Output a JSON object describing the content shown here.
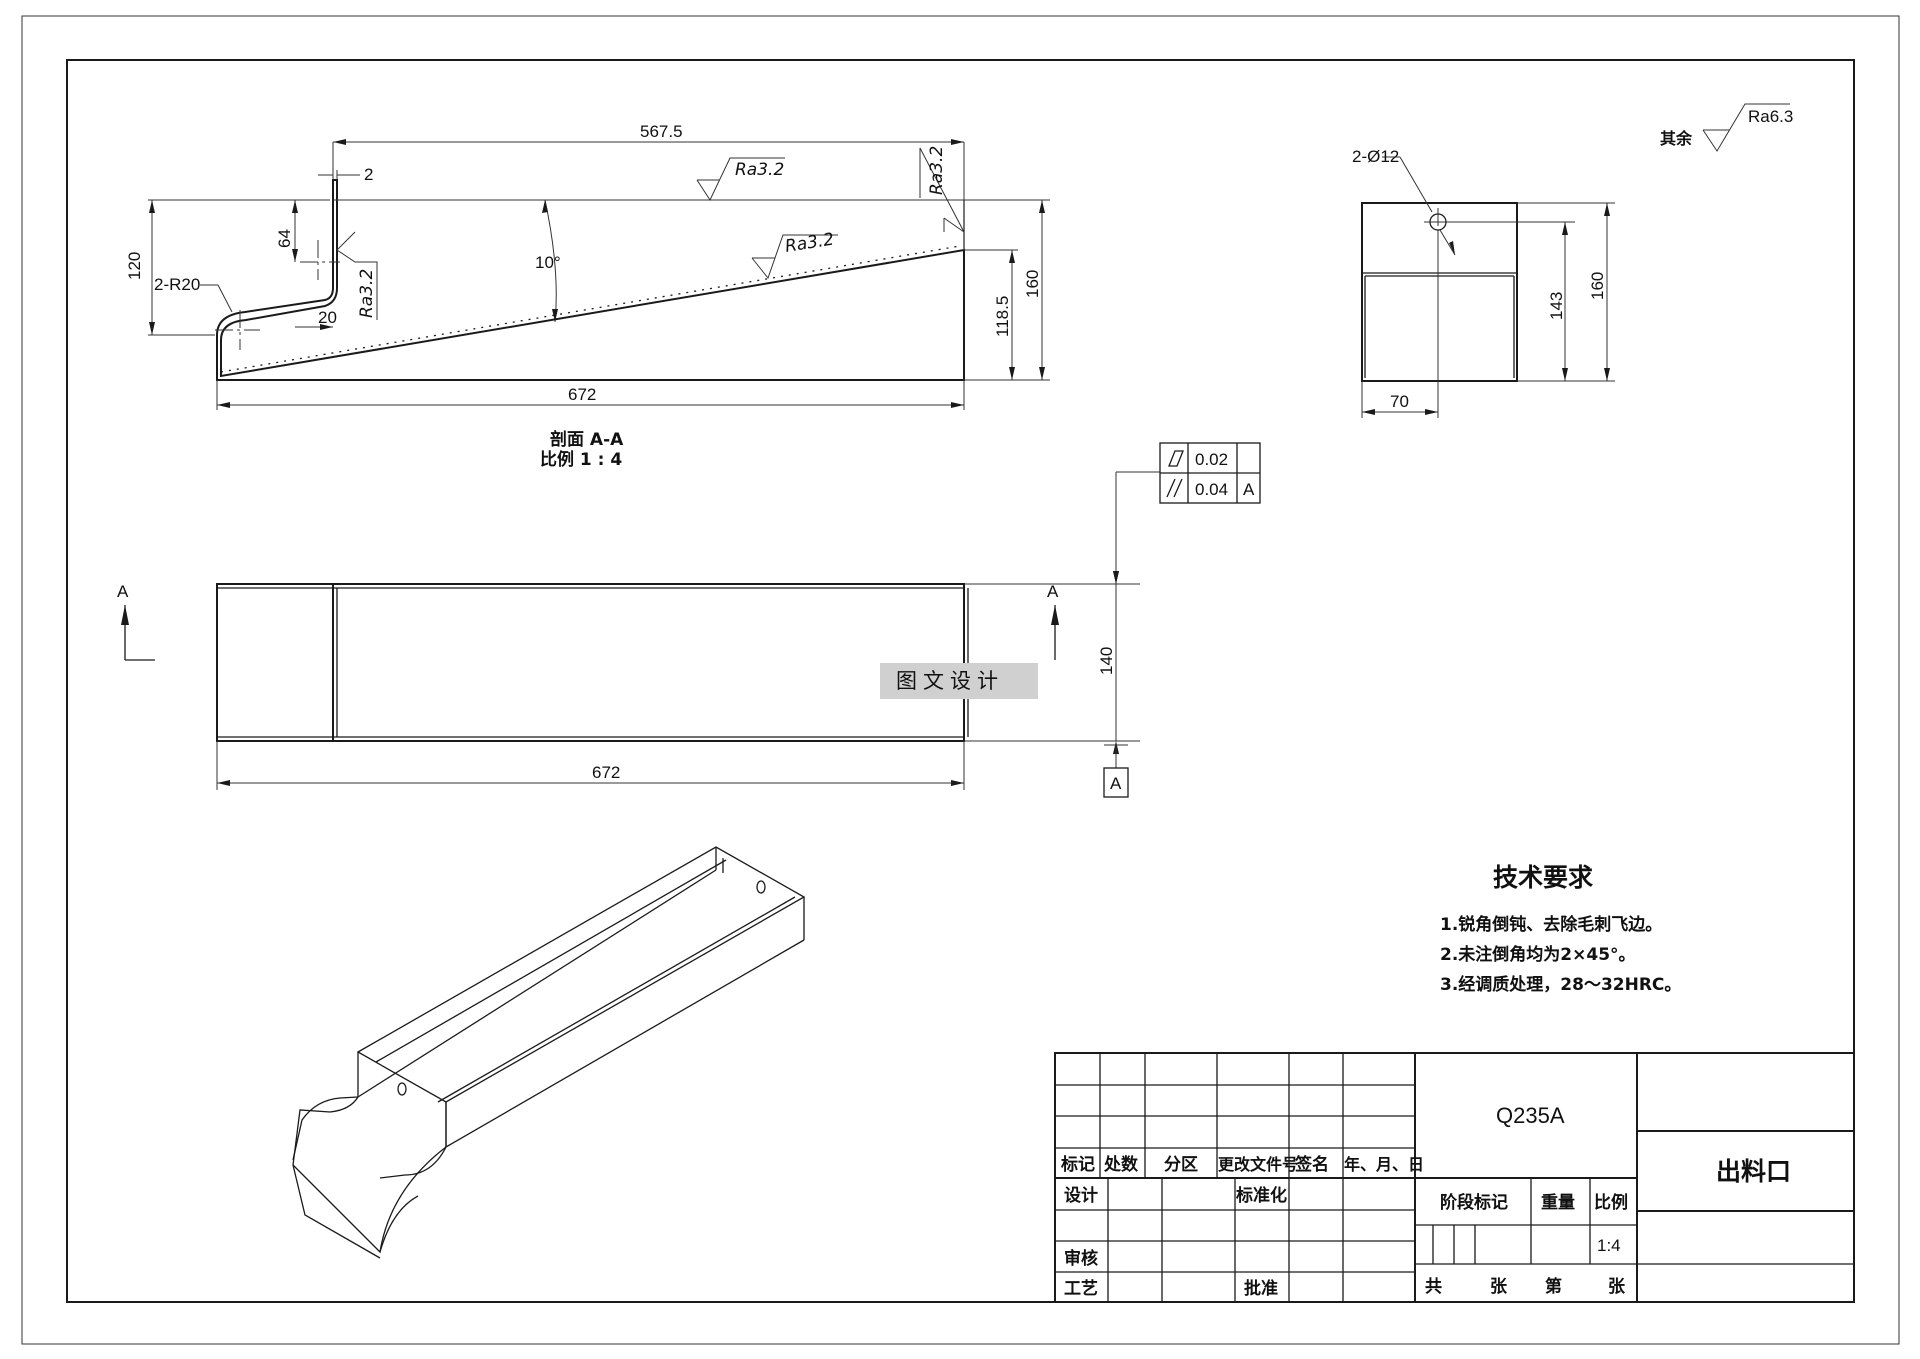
{
  "section": {
    "dims": {
      "top_length": "567.5",
      "wall": "2",
      "height_120": "120",
      "height_64": "64",
      "radius": "2-R20",
      "lip_20": "20",
      "angle": "10°",
      "h_118_5": "118.5",
      "h_160": "160",
      "bottom_length": "672"
    },
    "roughness": {
      "top": "Ra3.2",
      "slope": "Ra3.2",
      "right": "Ra3.2",
      "lip": "Ra3.2"
    },
    "title": "剖面 A-A",
    "scale": "比例 1 : 4"
  },
  "side_view": {
    "hole": "2-Ø12",
    "h_143": "143",
    "h_160": "160",
    "w_70": "70"
  },
  "general_roughness": {
    "label": "其余",
    "value": "Ra6.3"
  },
  "top_view": {
    "section_mark_left": "A",
    "section_mark_right": "A",
    "width": "140",
    "length": "672",
    "datum": "A",
    "watermark": "图文设计"
  },
  "tolerance_frame": {
    "rows": [
      {
        "symbol": "flatness",
        "value": "0.02",
        "datum": ""
      },
      {
        "symbol": "parallelism",
        "value": "0.04",
        "datum": "A"
      }
    ]
  },
  "tech_requirements": {
    "title": "技术要求",
    "items": [
      "1.锐角倒钝、去除毛刺飞边。",
      "2.未注倒角均为2×45°。",
      "3.经调质处理，28～32HRC。"
    ]
  },
  "title_block": {
    "headers": [
      "标记",
      "处数",
      "分区",
      "更改文件号",
      "签名",
      "年、月、日"
    ],
    "design": "设计",
    "standardize": "标准化",
    "review": "审核",
    "process": "工艺",
    "approve": "批准",
    "material": "Q235A",
    "stage_mark": "阶段标记",
    "weight": "重量",
    "scale_label": "比例",
    "scale_value": "1:4",
    "total": "共",
    "sheet": "张",
    "number": "第",
    "sheet2": "张",
    "part_name": "出料口"
  }
}
